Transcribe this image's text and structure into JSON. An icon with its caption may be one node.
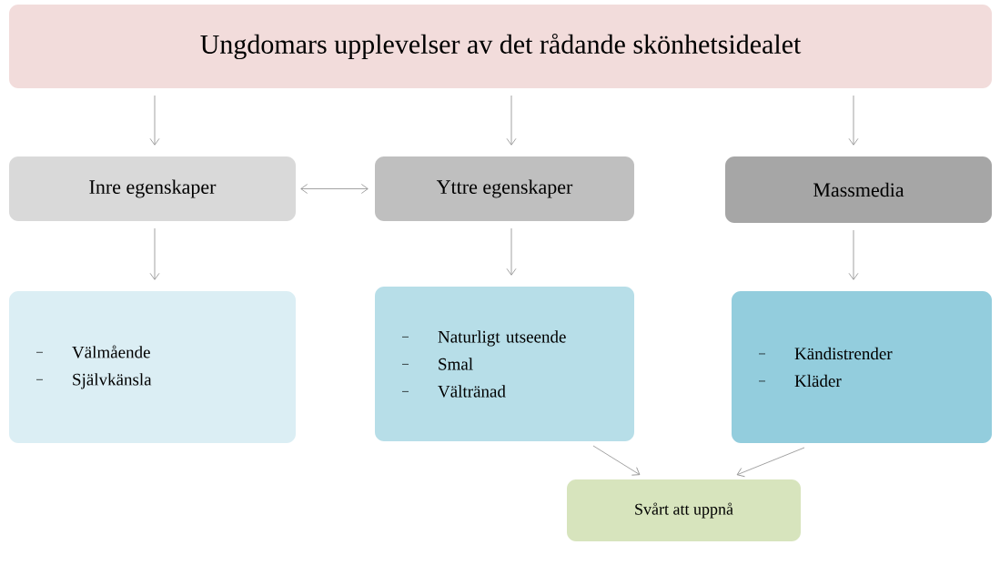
{
  "diagram": {
    "nodes": [
      {
        "text": [
          "Ungdomars upplevelser av det rådande skönhetsidealet"
        ]
      },
      {
        "text": [
          "Inre egenskaper"
        ]
      },
      {
        "text": [
          "Yttre egenskaper"
        ]
      },
      {
        "text": [
          "Massmedia"
        ]
      },
      {
        "text": [
          "Välmående",
          "Självkänsla"
        ]
      },
      {
        "text": [
          "Naturligt utseende",
          "Smal",
          "Vältränad"
        ]
      },
      {
        "text": [
          "Kändistrender",
          "Kläder"
        ]
      },
      {
        "text": [
          "Svårt att uppnå"
        ]
      }
    ],
    "edges": [
      {
        "from": 0,
        "to": 1,
        "arrow": "to"
      },
      {
        "from": 0,
        "to": 2,
        "arrow": "to"
      },
      {
        "from": 0,
        "to": 3,
        "arrow": "to"
      },
      {
        "from": 1,
        "to": 2,
        "arrow": "both"
      },
      {
        "from": 1,
        "to": 4,
        "arrow": "to"
      },
      {
        "from": 2,
        "to": 5,
        "arrow": "to"
      },
      {
        "from": 3,
        "to": 6,
        "arrow": "to"
      },
      {
        "from": 5,
        "to": 7,
        "arrow": "to"
      },
      {
        "from": 6,
        "to": 7,
        "arrow": "to"
      }
    ]
  }
}
